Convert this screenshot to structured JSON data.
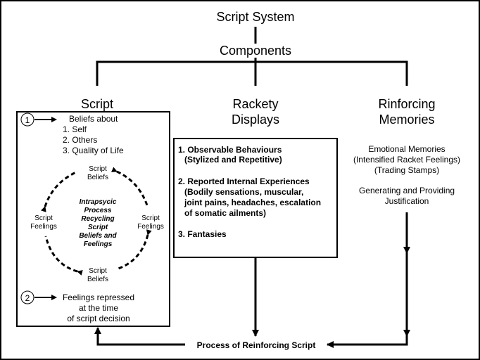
{
  "title": "Script System",
  "components_label": "Components",
  "columns": {
    "script": {
      "title": "Script"
    },
    "racket": {
      "title_line1": "Rackety",
      "title_line2": "Displays"
    },
    "reinforcing": {
      "title_line1": "Rinforcing",
      "title_line2": "Memories"
    }
  },
  "script_box": {
    "marker1": "1",
    "beliefs_heading": "Beliefs about",
    "beliefs_items": [
      "1. Self",
      "2. Others",
      "3. Quality of Life"
    ],
    "cycle": {
      "top_line1": "Script",
      "top_line2": "Beliefs",
      "right_line1": "Script",
      "right_line2": "Feelings",
      "bottom_line1": "Script",
      "bottom_line2": "Beliefs",
      "left_line1": "Script",
      "left_line2": "Feelings",
      "center_lines": [
        "Intrapsycic",
        "Process",
        "Recycling",
        "Script",
        "Beliefs and",
        "Feelings"
      ]
    },
    "marker2": "2",
    "repressed_lines": [
      "Feelings repressed",
      "at the time",
      "of script decision"
    ]
  },
  "racket_box": {
    "lines": [
      "1. Observable Behaviours",
      "(Stylized and Repetitive)",
      "2. Reported Internal Experiences",
      "(Bodily sensations, muscular,",
      "joint pains, headaches, escalation",
      "of somatic ailments)",
      "3. Fantasies"
    ]
  },
  "reinforcing_text": {
    "lines": [
      "Emotional Memories",
      "(Intensified Racket Feelings)",
      "(Trading Stamps)",
      "Generating and Providing",
      "Justification"
    ]
  },
  "process_label": "Process of Reinforcing Script"
}
